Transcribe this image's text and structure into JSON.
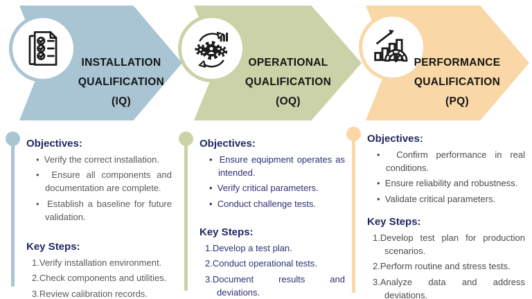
{
  "labels": {
    "objectives": "Objectives:",
    "key_steps": "Key Steps:"
  },
  "heading_color": "#1f2863",
  "title_text_color": "#141414",
  "stages": [
    {
      "id": "iq",
      "title_lines": [
        "INSTALLATION",
        "QUALIFICATION",
        "(IQ)"
      ],
      "color": "#a9c4d3",
      "body_color": "#58585a",
      "icon": "checklist-document-icon",
      "objectives": [
        "Verify the correct installation.",
        "Ensure all components and documentation are complete.",
        "Establish a baseline for future validation."
      ],
      "key_steps": [
        "Verify installation environment.",
        "Check components and utilities.",
        "Review calibration records."
      ]
    },
    {
      "id": "oq",
      "title_lines": [
        "OPERATIONAL",
        "QUALIFICATION",
        "(OQ)"
      ],
      "color": "#ccd2a8",
      "body_color": "#2b3173",
      "icon": "gears-process-icon",
      "objectives": [
        "Ensure equipment operates as intended.",
        "Verify critical parameters.",
        "Conduct challenge tests."
      ],
      "key_steps": [
        "Develop a test plan.",
        "Conduct operational tests.",
        "Document results and deviations."
      ]
    },
    {
      "id": "pq",
      "title_lines": [
        "PERFORMANCE",
        "QUALIFICATION",
        "(PQ)"
      ],
      "color": "#f9d7a6",
      "body_color": "#4b4b4e",
      "icon": "performance-gauge-icon",
      "objectives": [
        "Confirm performance in real conditions.",
        "Ensure reliability and robustness.",
        "Validate critical parameters."
      ],
      "key_steps": [
        "Develop test plan for production scenarios.",
        "Perform routine and stress tests.",
        "Analyze data and address deviations."
      ]
    }
  ]
}
